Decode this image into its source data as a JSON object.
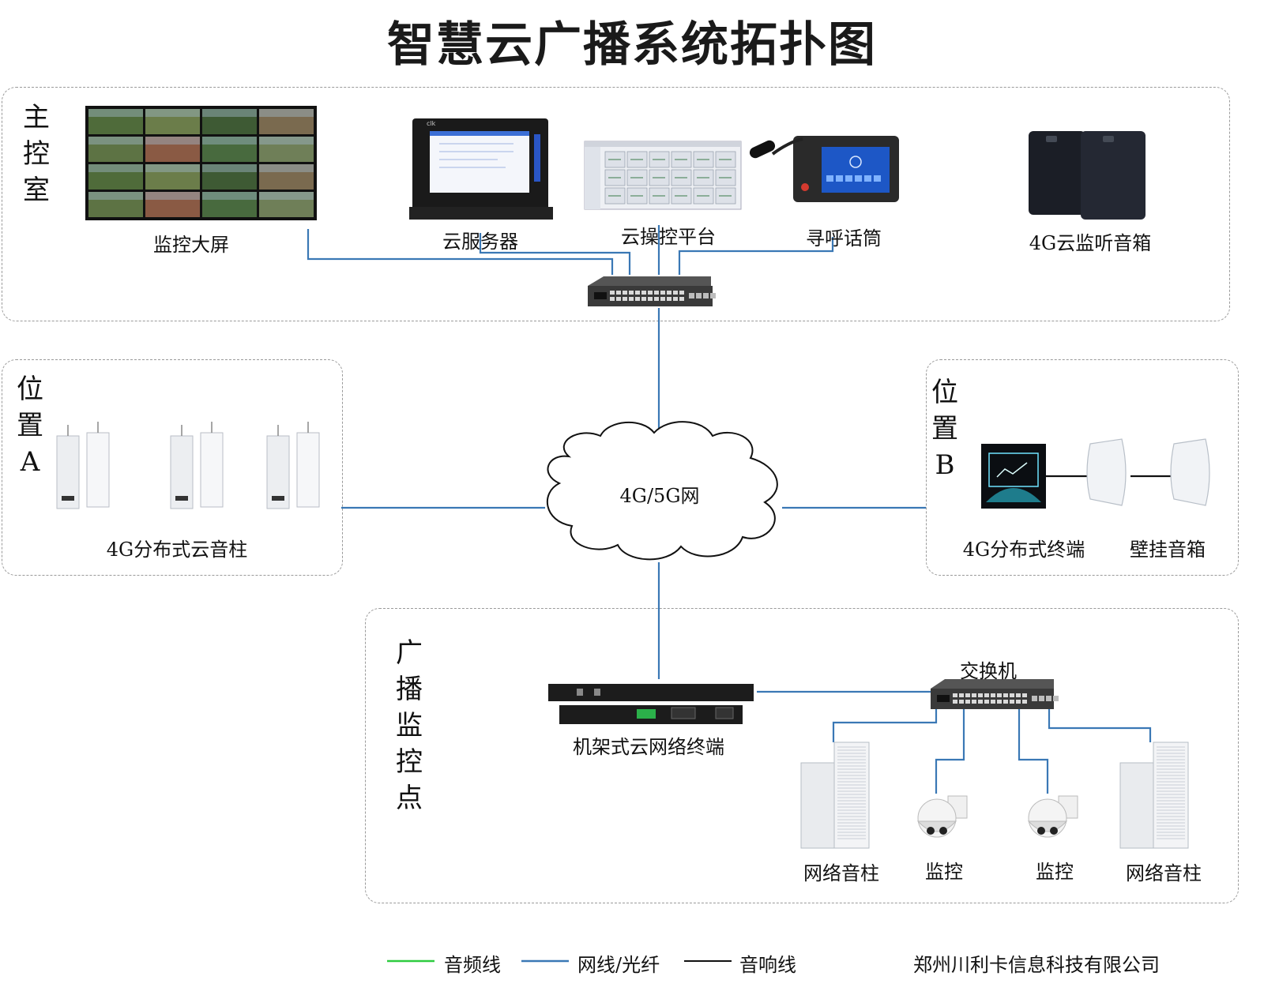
{
  "title": "智慧云广播系统拓扑图",
  "regions": {
    "main_control_room": "主控室",
    "location_a": "位置A",
    "location_b": "位置B",
    "broadcast_point": "广播监控点"
  },
  "devices": {
    "monitor_wall": "监控大屏",
    "cloud_server": "云服务器",
    "cloud_control_platform": "云操控平台",
    "paging_microphone": "寻呼话筒",
    "monitor_speaker_4g": "4G云监听音箱",
    "network_cloud": "4G/5G网",
    "column_speakers_4g": "4G分布式云音柱",
    "terminal_4g": "4G分布式终端",
    "wall_speaker": "壁挂音箱",
    "rack_terminal": "机架式云网络终端",
    "switch": "交换机",
    "network_column_speaker_left": "网络音柱",
    "camera_left": "监控",
    "camera_right": "监控",
    "network_column_speaker_right": "网络音柱"
  },
  "legend": [
    {
      "label": "音频线",
      "color": "#2ecc40"
    },
    {
      "label": "网线/光纤",
      "color": "#3a78b5"
    },
    {
      "label": "音响线",
      "color": "#111111"
    }
  ],
  "company": "郑州川利卡信息科技有限公司",
  "colors": {
    "network_line": "#3a78b5",
    "audio_line": "#2ecc40",
    "speaker_line": "#111111",
    "region_border": "#9a9a9a"
  }
}
